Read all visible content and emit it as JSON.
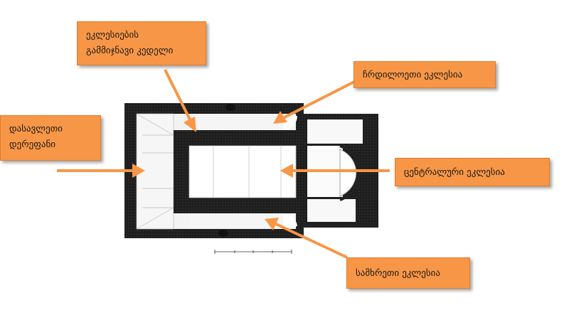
{
  "labels": {
    "dividing_wall_line1": "ეკლესიების",
    "dividing_wall_line2": "გამმიჯნავი კედელი",
    "north_church": "ჩრდილოეთი ეკლესია",
    "west_gate_line1": "დასავლეთი",
    "west_gate_line2": "დერეფანი",
    "central_church": "ცენტრალური ეკლესია",
    "south_church": "სამხრეთი ეკლესია"
  },
  "colors": {
    "callout_fill": "#f79646",
    "arrow": "#f79646",
    "wall": "#1c1c1c"
  }
}
